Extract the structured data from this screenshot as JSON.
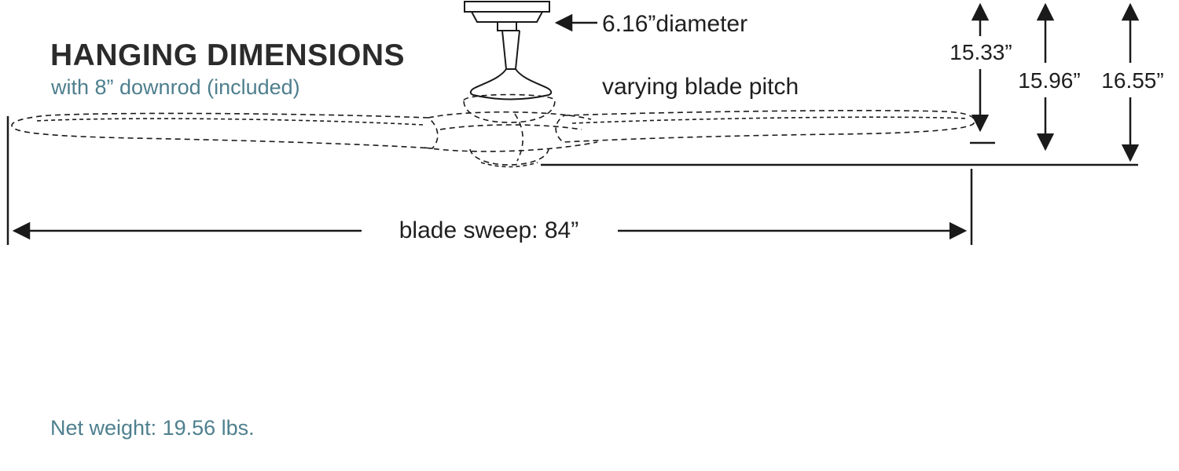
{
  "header": {
    "title": "HANGING DIMENSIONS",
    "subtitle": "with 8” downrod (included)"
  },
  "annotations": {
    "diameter": "6.16”diameter",
    "blade_pitch": "varying blade pitch",
    "blade_sweep": "blade sweep: 84”",
    "net_weight": "Net weight: 19.56 lbs."
  },
  "dimensions": {
    "to_blade_tip": "15.33”",
    "to_blade_bottom": "15.96”",
    "overall_drop": "16.55”"
  },
  "colors": {
    "ink": "#1f1f1f",
    "accent": "#4e7f8e",
    "background": "#ffffff"
  }
}
